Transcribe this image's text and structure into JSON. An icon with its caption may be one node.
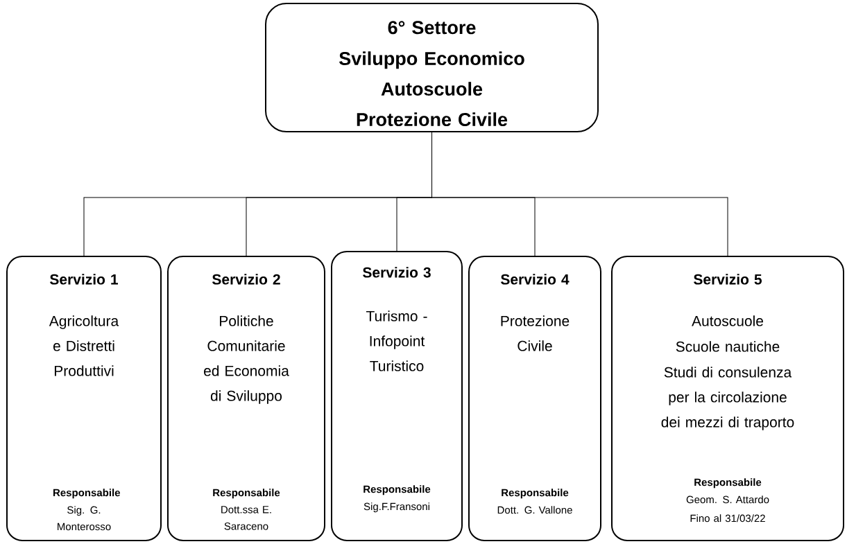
{
  "diagram": {
    "nodes": [
      {
        "text": [
          "6° Settore",
          "Sviluppo Economico",
          "Autoscuole",
          "Protezione Civile"
        ]
      },
      {
        "text": [
          "Servizio 1",
          "Agricoltura e Distretti Produttivi",
          "Responsabile",
          "Sig. G. Monterosso"
        ]
      },
      {
        "text": [
          "Servizio 2",
          "Politiche Comunitarie ed Economia di Sviluppo",
          "Responsabile",
          "Dott.ssa E. Saraceno"
        ]
      },
      {
        "text": [
          "Servizio 3",
          "Turismo - Infopoint Turistico",
          "Responsabile",
          "Sig.F.Fransoni"
        ]
      },
      {
        "text": [
          "Servizio 4",
          "Protezione Civile",
          "Responsabile",
          "Dott. G. Vallone"
        ]
      },
      {
        "text": [
          "Servizio 5",
          "Autoscuole",
          "Scuole nautiche",
          "Studi di consulenza per la circolazione dei mezzi di traporto",
          "Responsabile",
          "Geom. S. Attardo",
          "Fino al 31/03/22"
        ]
      }
    ],
    "edges": [
      {
        "from": 0,
        "to": 1,
        "arrow": "none"
      },
      {
        "from": 0,
        "to": 2,
        "arrow": "none"
      },
      {
        "from": 0,
        "to": 3,
        "arrow": "none"
      },
      {
        "from": 0,
        "to": 4,
        "arrow": "none"
      },
      {
        "from": 0,
        "to": 5,
        "arrow": "none"
      }
    ]
  }
}
